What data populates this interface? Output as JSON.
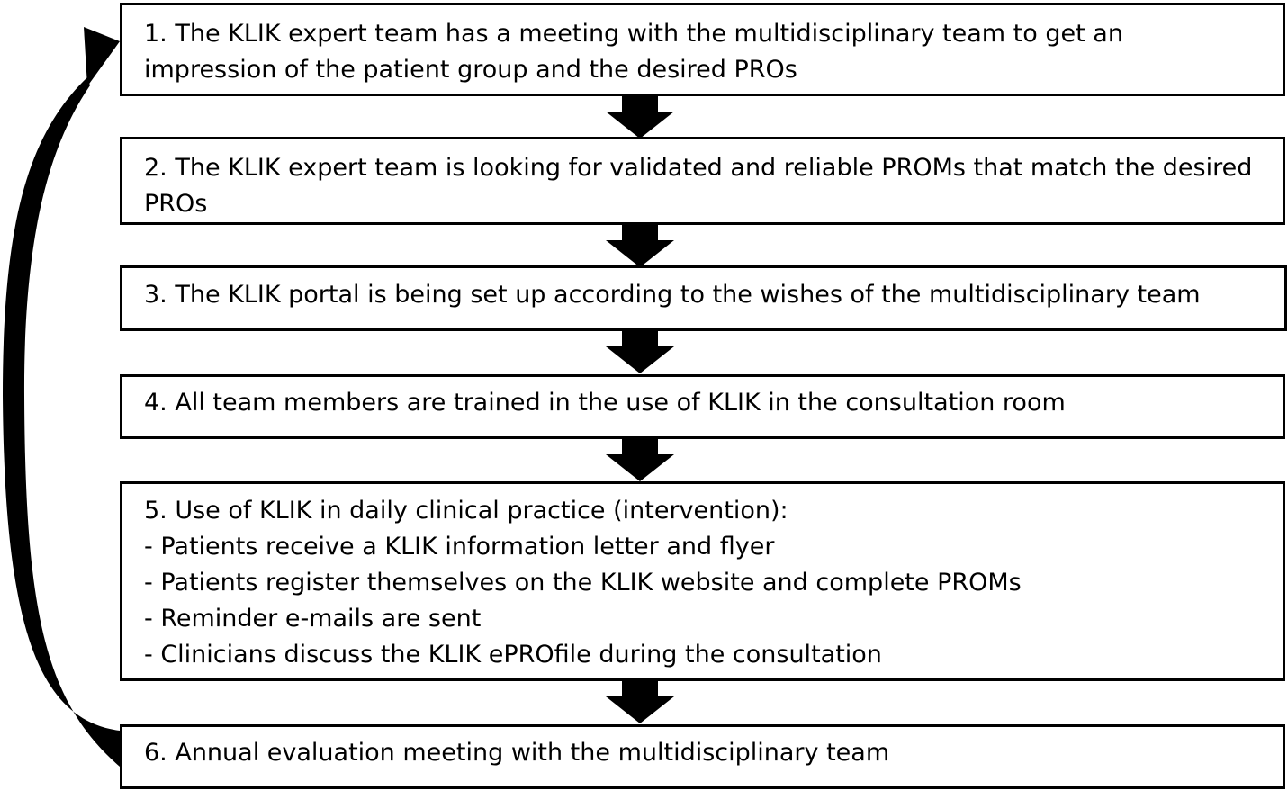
{
  "steps": [
    {
      "lines": [
        "1. The KLIK expert team has a meeting with the multidisciplinary team to get an",
        "impression of the patient group and the desired PROs"
      ]
    },
    {
      "lines": [
        "2. The KLIK expert team is looking for validated and reliable PROMs that match the desired",
        "PROs"
      ]
    },
    {
      "lines": [
        "3. The KLIK portal is being set up according to the wishes of the multidisciplinary team"
      ]
    },
    {
      "lines": [
        "4. All team members are trained in the use of KLIK in the consultation room"
      ]
    },
    {
      "lines": [
        "5. Use of KLIK in daily clinical practice (intervention):",
        "- Patients receive a KLIK information letter and flyer",
        "- Patients register themselves on the KLIK website and complete PROMs",
        "- Reminder e-mails are sent",
        "- Clinicians discuss the KLIK ePROfile during the consultation"
      ]
    },
    {
      "lines": [
        "6. Annual evaluation meeting with the multidisciplinary team"
      ]
    }
  ],
  "colors": {
    "stroke": "#000000",
    "fill": "#ffffff"
  }
}
